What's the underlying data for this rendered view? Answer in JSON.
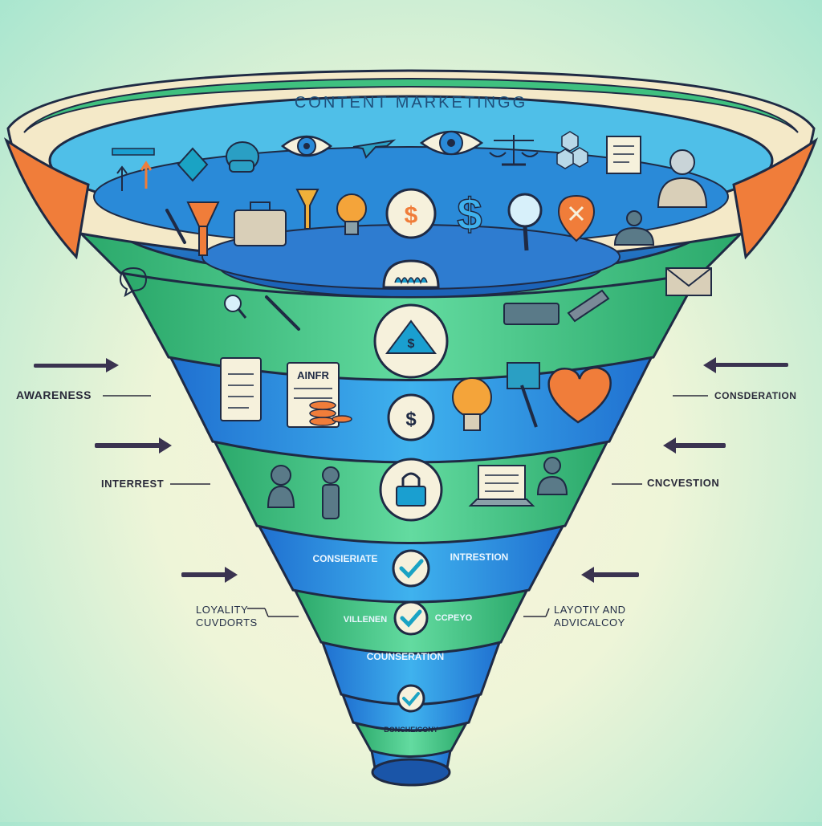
{
  "title": "CONTENT MARKETINGG",
  "left_labels": {
    "awareness": "AWARENESS",
    "interest": "INTERREST",
    "loyalty": "LOYALITY\nCUVDORTS"
  },
  "right_labels": {
    "consideration": "CONSDERATION",
    "conversion": "CNCVESTION",
    "loyalty": "LAYOTIY AND\nADVICALCOY"
  },
  "band_labels": {
    "band6_left": "CONSIERIATE",
    "band6_right": "INTRESTION",
    "band7_left": "VILLENEN",
    "band7_right": "CCPEYO",
    "band8": "COUNSERATION",
    "band9": "BONCHEICONY"
  },
  "icon_labels": {
    "clipboard_text": "AINFR",
    "dollar_sign": "$"
  },
  "colors": {
    "green": "#3fc07f",
    "blue": "#2e86e0",
    "teal": "#27a8c8",
    "orange": "#f07d3a",
    "outline": "#1f2a44"
  }
}
